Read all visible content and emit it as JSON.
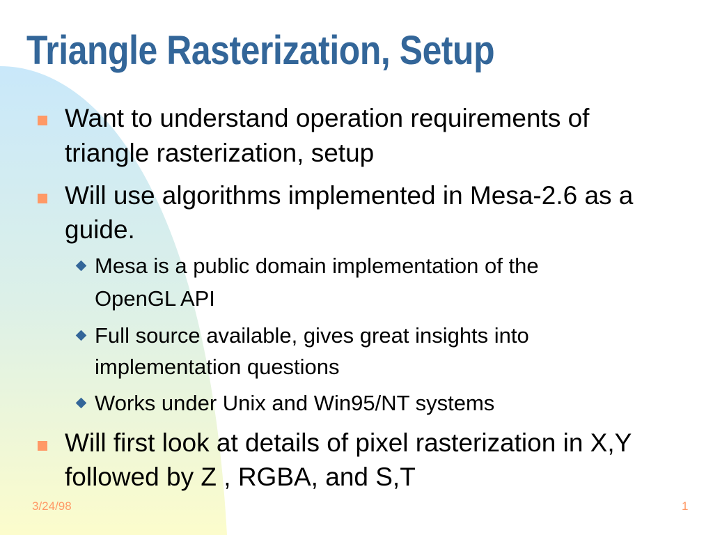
{
  "title": "Triangle Rasterization, Setup",
  "bullets": [
    {
      "lines": [
        "Want to understand operation requirements of",
        "triangle rasterization, setup"
      ]
    },
    {
      "lines": [
        "Will use algorithms implemented in Mesa-2.6 as a",
        "guide."
      ],
      "sub": [
        {
          "lines": [
            "Mesa is a public domain implementation of the",
            "OpenGL API"
          ]
        },
        {
          "lines": [
            "Full source available, gives great insights into",
            "implementation questions"
          ]
        },
        {
          "lines": [
            "Works under Unix and Win95/NT systems"
          ]
        }
      ]
    },
    {
      "lines": [
        "Will first look at details of pixel rasterization in X,Y",
        "followed by Z , RGBA, and S,T"
      ]
    }
  ],
  "footer": {
    "date": "3/24/98",
    "page": "1"
  },
  "colors": {
    "title": "#336699",
    "bullet": "#ff9966",
    "sub_bullet": "#336699"
  }
}
